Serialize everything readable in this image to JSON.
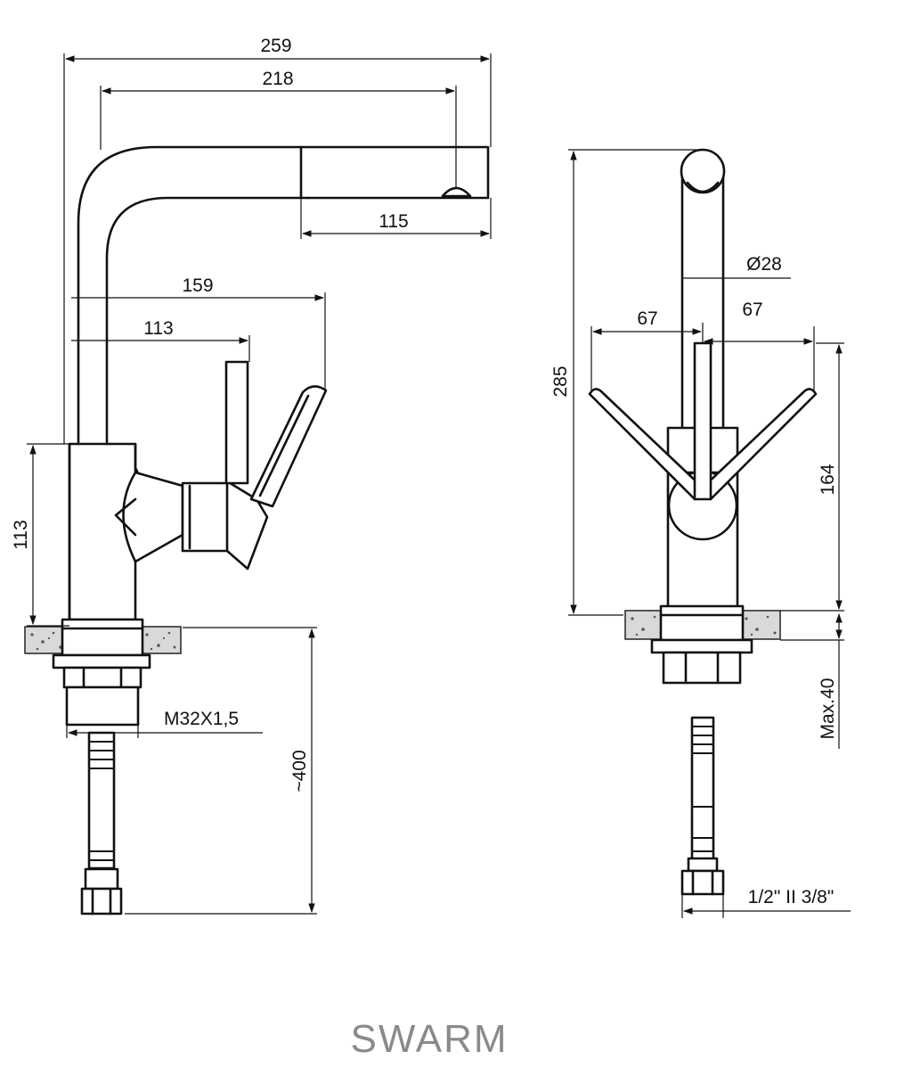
{
  "title": "SWARM",
  "colors": {
    "line": "#111111",
    "brand": "#8a8a8a",
    "counter_hatch": "#d9d9d9"
  },
  "side_view": {
    "dims": {
      "overall_width": "259",
      "spout_reach": "218",
      "spout_head": "115",
      "handle_reach_outer": "159",
      "handle_reach_inner": "113",
      "body_height": "113",
      "thread": "M32X1,5",
      "hose_length": "~400"
    }
  },
  "front_view": {
    "dims": {
      "total_height": "285",
      "spout_diameter": "Ø28",
      "lever_left": "67",
      "lever_right": "67",
      "base_to_lever": "164",
      "counter_max": "Max.40",
      "hose_connector": "1/2\" II 3/8\""
    }
  }
}
